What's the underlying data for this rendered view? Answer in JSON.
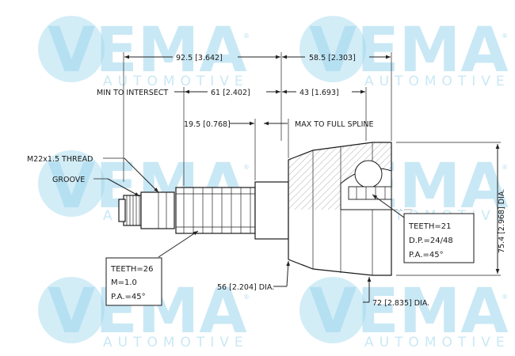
{
  "watermark": {
    "brand": "VEMA",
    "sub": "AUTOMOTIVE",
    "registered": "®"
  },
  "dimensions": {
    "overall_left": "92.5 [3.642]",
    "overall_right": "58.5 [2.303]",
    "min_to_intersect_label": "MIN TO INTERSECT",
    "intersect_left": "61 [2.402]",
    "intersect_right": "43 [1.693]",
    "spline_length": "19.5 [0.768]",
    "max_full_spline_label": "MAX TO FULL SPLINE",
    "outer_dia": "75.4 [2.968] DIA.",
    "body_dia_56": "56 [2.204] DIA.",
    "body_dia_72": "72 [2.835] DIA."
  },
  "labels": {
    "thread": "M22x1.5 THREAD",
    "groove": "GROOVE"
  },
  "spec_left": {
    "teeth": "TEETH=26",
    "module": "M=1.0",
    "pa": "P.A.=45°"
  },
  "spec_right": {
    "teeth": "TEETH=21",
    "dp": "D.P.=24/48",
    "pa": "P.A.=45°"
  }
}
